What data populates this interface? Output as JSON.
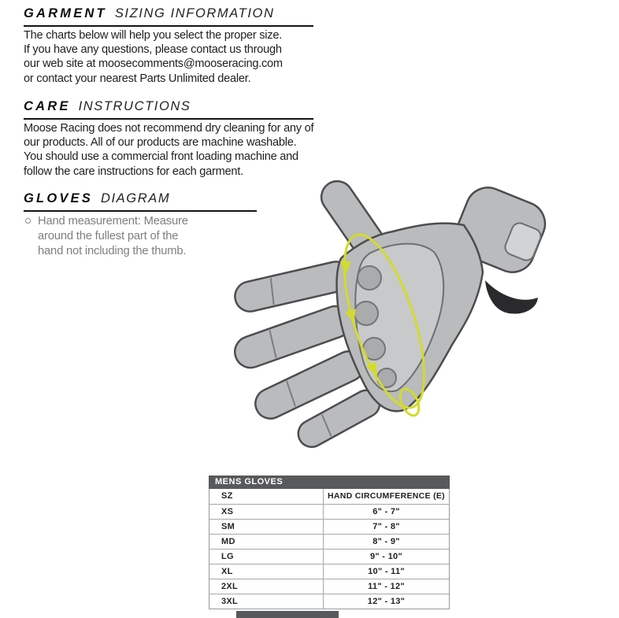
{
  "colors": {
    "accent_yellow": "#d3db2a",
    "table_header_bg": "#58595b",
    "body_text": "#1e1e1e",
    "muted_text": "#7d7f82",
    "glove_gray": "#b9bbbd"
  },
  "sections": {
    "garment": {
      "heading_primary": "GARMENT",
      "heading_secondary": "SIZING INFORMATION",
      "body": "The charts below will help you select the proper size.\nIf you have any questions, please contact us through\nour web site at moosecomments@mooseracing.com\nor contact your nearest Parts Unlimited dealer."
    },
    "care": {
      "heading_primary": "CARE",
      "heading_secondary": "INSTRUCTIONS",
      "body": "Moose Racing does not recommend dry cleaning for any of\nour products. All of our products are machine washable.\nYou should use a commercial front loading machine and\nfollow the care instructions for each garment."
    },
    "gloves": {
      "heading_primary": "GLOVES",
      "heading_secondary": "DIAGRAM",
      "bullet": "Hand measurement: Measure\naround the fullest part of the\nhand not including the thumb."
    }
  },
  "size_table": {
    "title": "MENS GLOVES",
    "col_size": "SZ",
    "col_circumference": "HAND CIRCUMFERENCE (E)",
    "rows": [
      {
        "size": "XS",
        "range": "6\" - 7\""
      },
      {
        "size": "SM",
        "range": "7\" - 8\""
      },
      {
        "size": "MD",
        "range": "8\" - 9\""
      },
      {
        "size": "LG",
        "range": "9\" - 10\""
      },
      {
        "size": "XL",
        "range": "10\" - 11\""
      },
      {
        "size": "2XL",
        "range": "11\" - 12\""
      },
      {
        "size": "3XL",
        "range": "12\" - 13\""
      }
    ]
  }
}
